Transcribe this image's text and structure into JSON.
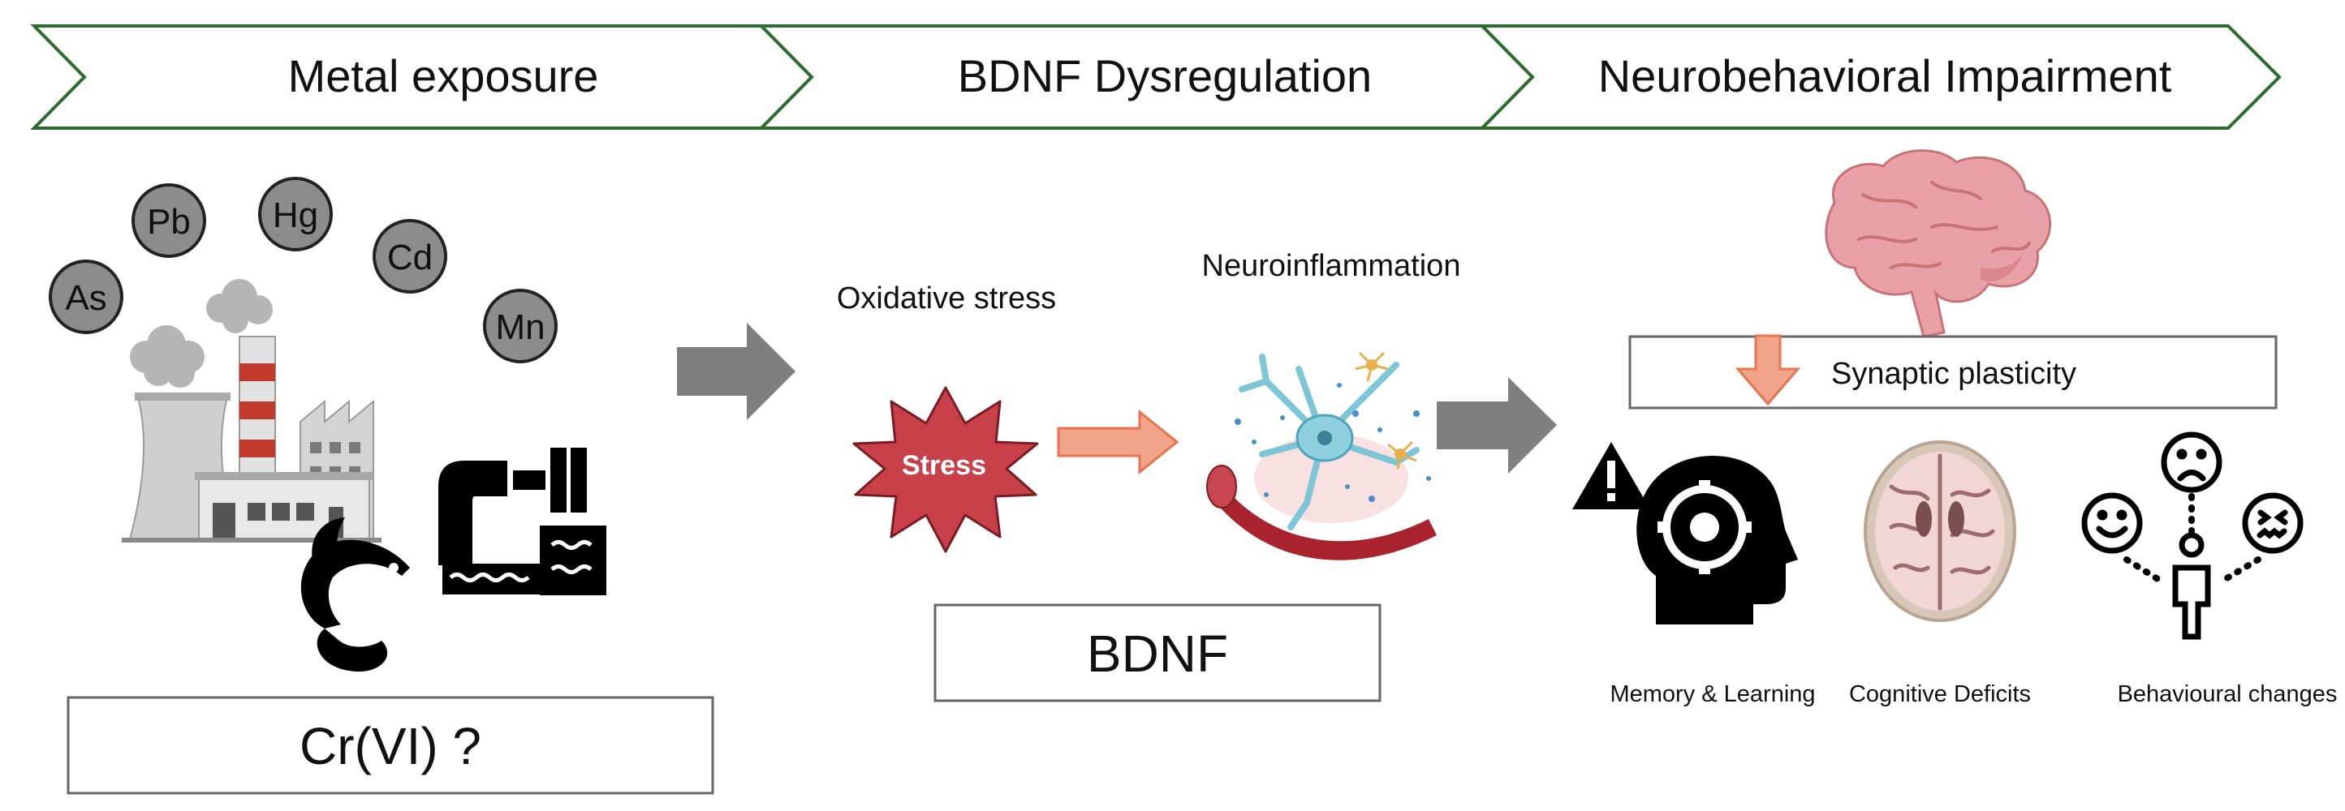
{
  "header": {
    "stage1": "Metal exposure",
    "stage2": "BDNF Dysregulation",
    "stage3": "Neurobehavioral Impairment"
  },
  "metals": [
    "As",
    "Pb",
    "Hg",
    "Cd",
    "Mn"
  ],
  "exposure_box": "Cr(VI) ?",
  "mechanism": {
    "oxidative_stress": "Oxidative stress",
    "stress_badge": "Stress",
    "neuroinflammation": "Neuroinflammation",
    "bdnf_box": "BDNF"
  },
  "impairment": {
    "synaptic_plasticity": "Synaptic plasticity",
    "outcomes": [
      "Memory & Learning",
      "Cognitive Deficits",
      "Behavioural changes"
    ]
  },
  "colors": {
    "header_border": "#2e6b2e",
    "flow_arrow": "#7f7f7f",
    "orange_arrow": "#f2a48b",
    "orange_arrow_border": "#e8734f",
    "stress_star": "#c8404a",
    "metal_circle": "#8c8c8c"
  }
}
